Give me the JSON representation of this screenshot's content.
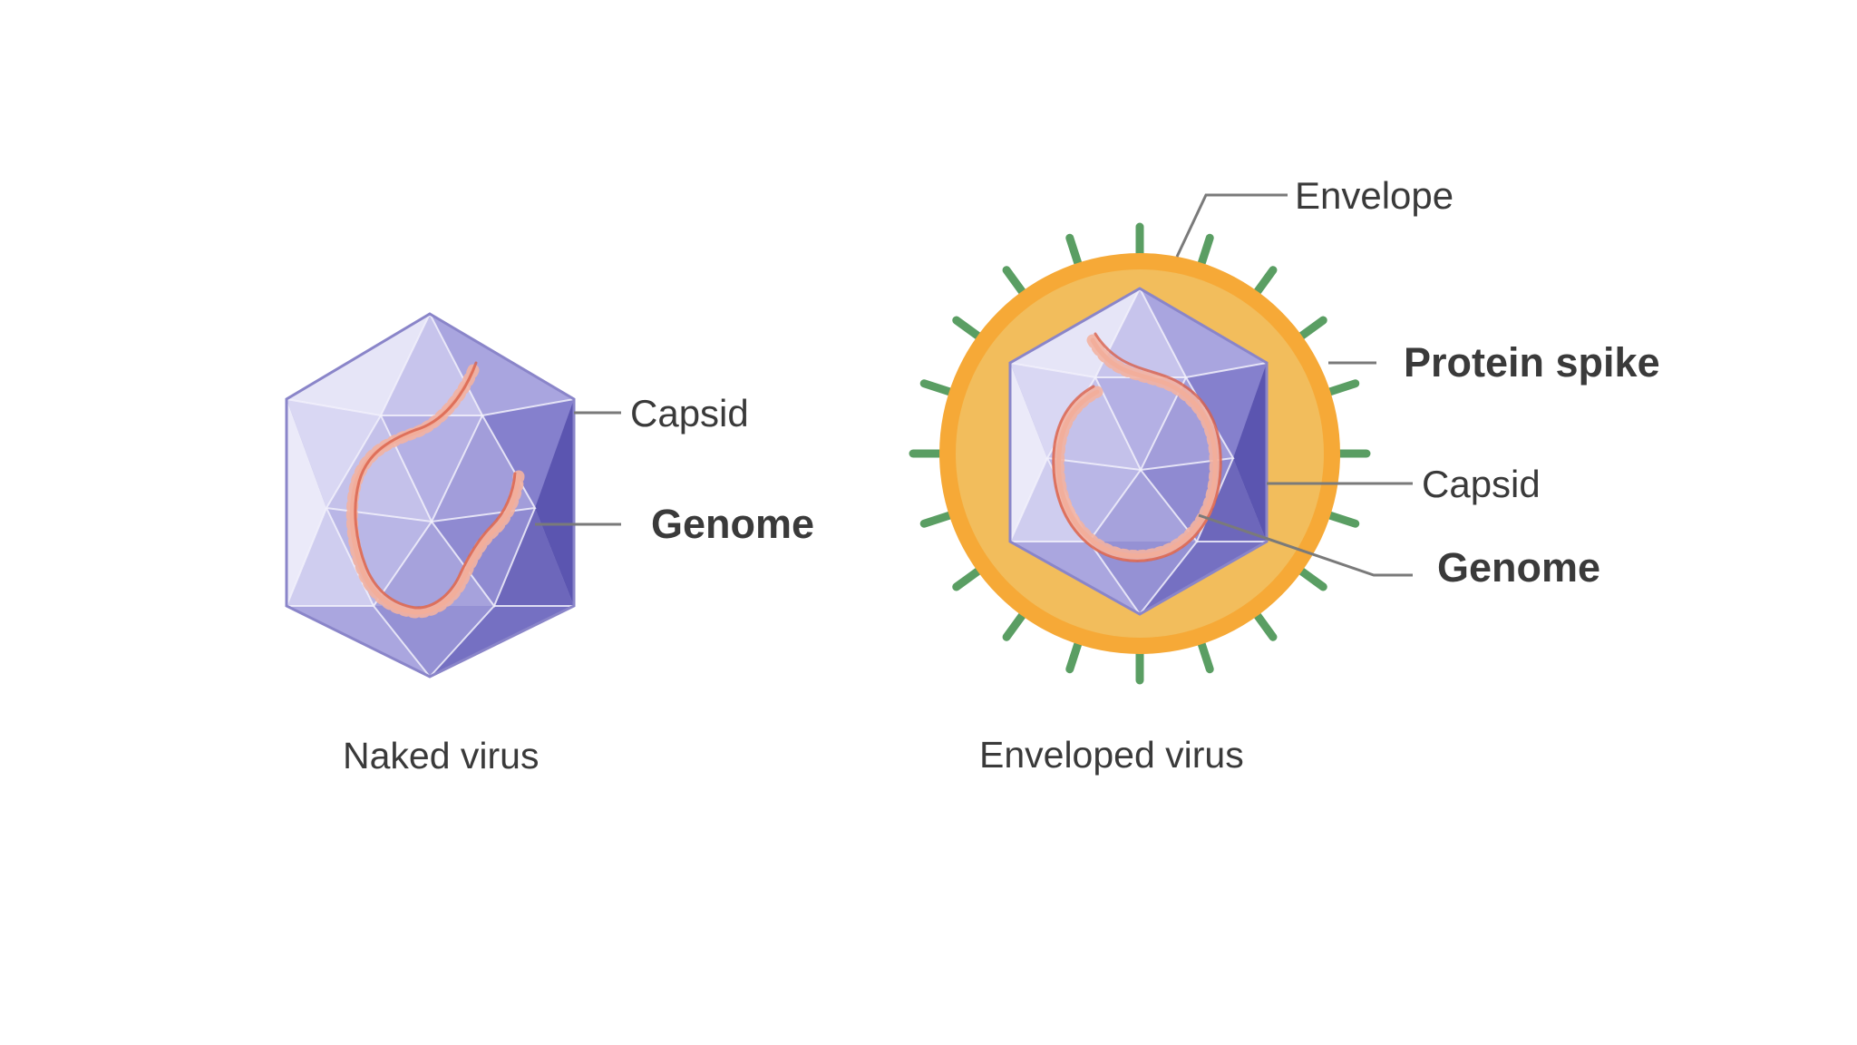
{
  "naked_virus": {
    "caption": "Naked virus",
    "labels": {
      "capsid": "Capsid",
      "genome": "Genome"
    }
  },
  "enveloped_virus": {
    "caption": "Enveloped virus",
    "labels": {
      "envelope": "Envelope",
      "protein_spike": "Protein spike",
      "capsid": "Capsid",
      "genome": "Genome"
    }
  },
  "colors": {
    "capsid_fill": "#9c97d6",
    "capsid_light": "#d6d4f1",
    "capsid_dark": "#5b55b0",
    "genome_strand": "#e8826b",
    "envelope_outer": "#f6a937",
    "envelope_inner": "#f2bd5c",
    "protein_spike": "#5a9e63",
    "leader_line": "#7a7a7a",
    "label_text": "#3a3a3a"
  }
}
